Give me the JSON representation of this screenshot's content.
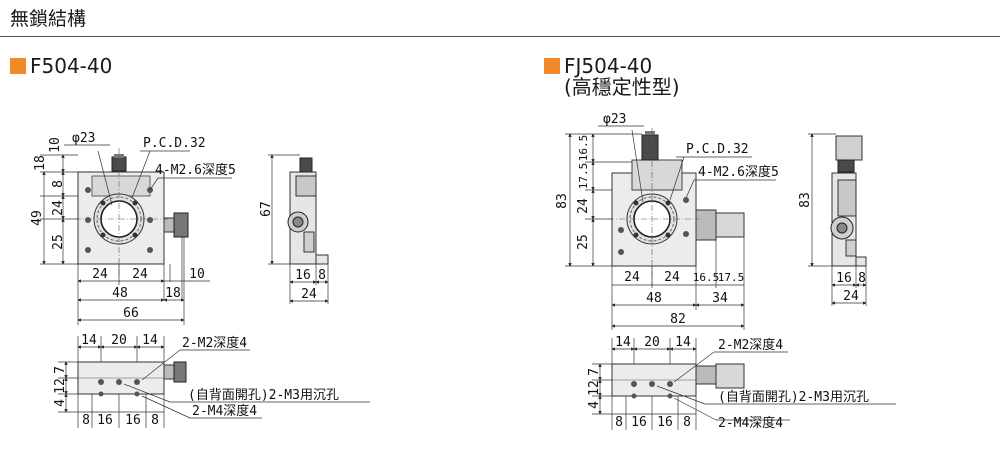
{
  "section_title": "無鎖結構",
  "models": [
    {
      "name": "F504-40",
      "subtitle": ""
    },
    {
      "name": "FJ504-40",
      "subtitle": "(高穩定性型)"
    }
  ],
  "callouts": {
    "phi": "φ23",
    "pcd": "P.C.D.32",
    "holes_front": "4-M2.6深度5",
    "top_holes": "2-M2深度4",
    "counterbore": "(自背面開孔)2-M3用沉孔",
    "bottom_holes": "2-M4深度4"
  },
  "dims_left": {
    "front_left": [
      "10",
      "18",
      "8",
      "24",
      "49",
      "25"
    ],
    "front_bottom": [
      "24",
      "24",
      "10",
      "48",
      "18",
      "66"
    ],
    "side": [
      "67",
      "16",
      "8",
      "24"
    ],
    "plan_top": [
      "14",
      "20",
      "14"
    ],
    "plan_left": [
      "7",
      "12",
      "4"
    ],
    "plan_bottom": [
      "8",
      "16",
      "16",
      "8"
    ]
  },
  "dims_right": {
    "front_left": [
      "16.5",
      "17.5",
      "83",
      "24",
      "25"
    ],
    "front_bottom": [
      "24",
      "24",
      "16.5",
      "17.5",
      "48",
      "34",
      "82"
    ],
    "side": [
      "83",
      "16",
      "8",
      "24"
    ],
    "plan_top": [
      "14",
      "20",
      "14"
    ],
    "plan_left": [
      "7",
      "12",
      "4"
    ],
    "plan_bottom": [
      "8",
      "16",
      "16",
      "8"
    ]
  },
  "colors": {
    "accent": "#f08a28",
    "body": "#ececec",
    "shade": "#c8c8c8",
    "dark": "#4a4a4a"
  }
}
